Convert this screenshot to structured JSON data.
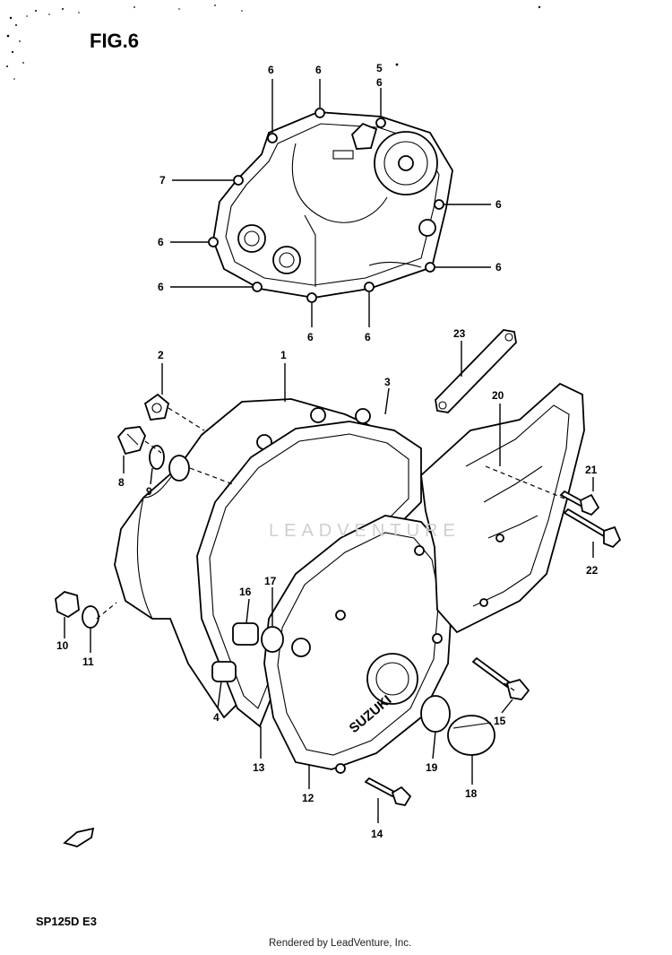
{
  "figure": {
    "title": "FIG.6",
    "model_code": "SP125D E3",
    "credit": "Rendered by LeadVenture, Inc.",
    "watermark": "LEADVENTURE",
    "cover_logo": "SUZUKI"
  },
  "callouts": [
    {
      "id": "c6a",
      "label": "6"
    },
    {
      "id": "c6b",
      "label": "6"
    },
    {
      "id": "c5",
      "label": "5"
    },
    {
      "id": "c6c",
      "label": "6"
    },
    {
      "id": "c7",
      "label": "7"
    },
    {
      "id": "c6d",
      "label": "6"
    },
    {
      "id": "c6e",
      "label": "6"
    },
    {
      "id": "c6f",
      "label": "6"
    },
    {
      "id": "c6g",
      "label": "6"
    },
    {
      "id": "c6h",
      "label": "6"
    },
    {
      "id": "c6i",
      "label": "6"
    },
    {
      "id": "c6j",
      "label": "6"
    },
    {
      "id": "c23",
      "label": "23"
    },
    {
      "id": "c2",
      "label": "2"
    },
    {
      "id": "c1",
      "label": "1"
    },
    {
      "id": "c3",
      "label": "3"
    },
    {
      "id": "c20",
      "label": "20"
    },
    {
      "id": "c8",
      "label": "8"
    },
    {
      "id": "c9",
      "label": "9"
    },
    {
      "id": "c21",
      "label": "21"
    },
    {
      "id": "c22",
      "label": "22"
    },
    {
      "id": "c16",
      "label": "16"
    },
    {
      "id": "c17",
      "label": "17"
    },
    {
      "id": "c10",
      "label": "10"
    },
    {
      "id": "c11",
      "label": "11"
    },
    {
      "id": "c4",
      "label": "4"
    },
    {
      "id": "c15",
      "label": "15"
    },
    {
      "id": "c13",
      "label": "13"
    },
    {
      "id": "c19",
      "label": "19"
    },
    {
      "id": "c12",
      "label": "12"
    },
    {
      "id": "c18",
      "label": "18"
    },
    {
      "id": "c14",
      "label": "14"
    }
  ]
}
